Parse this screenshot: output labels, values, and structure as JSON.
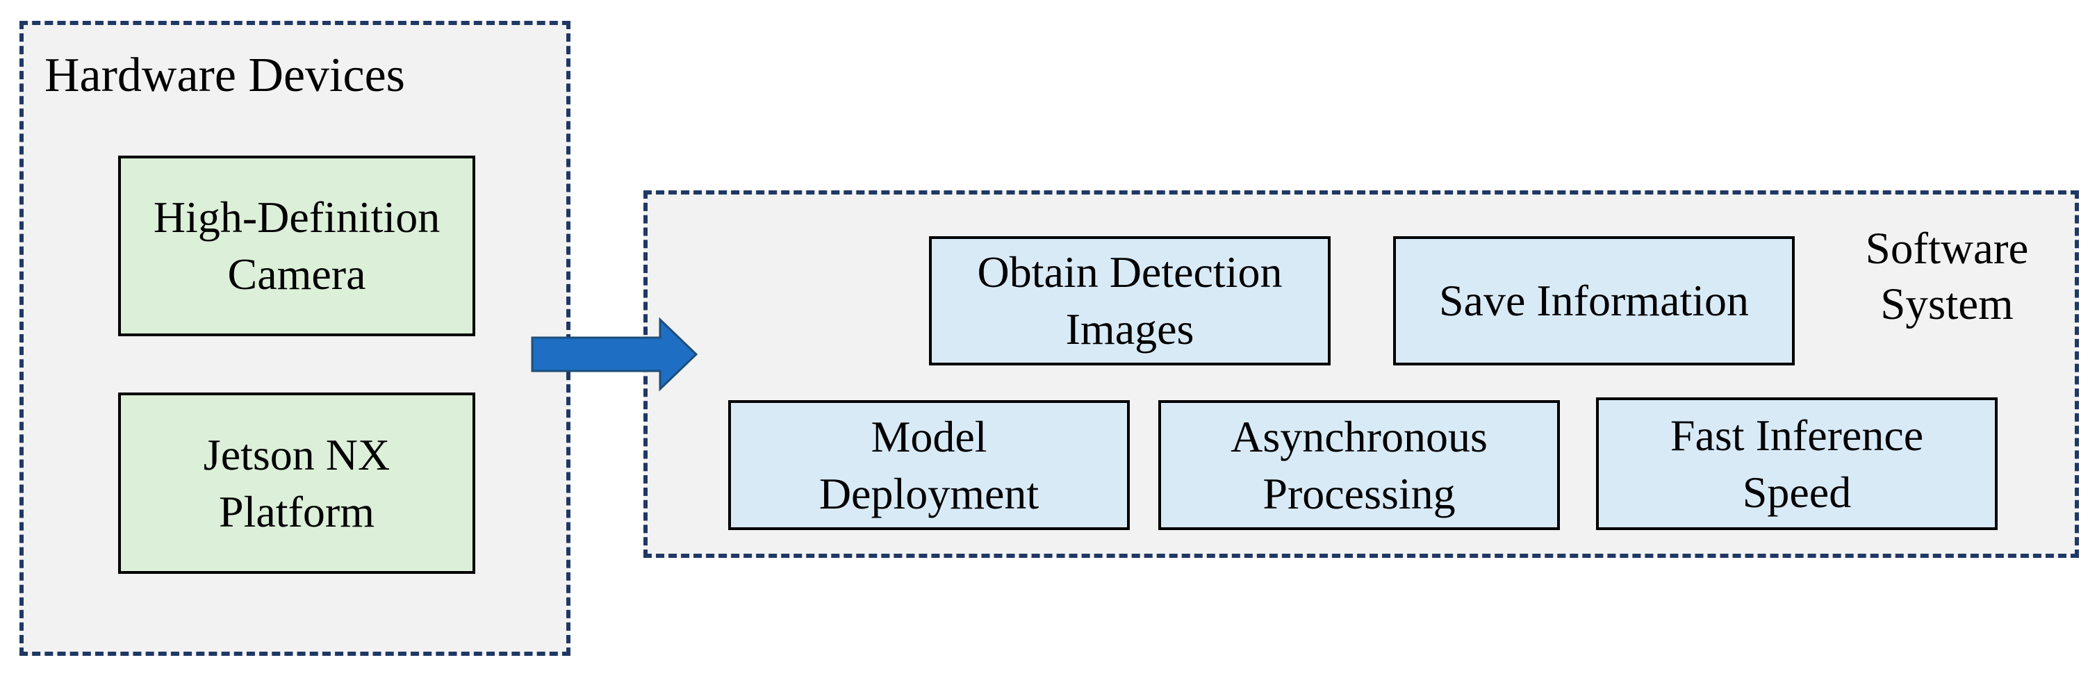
{
  "hardware": {
    "title": "Hardware Devices",
    "boxes": [
      {
        "label": "High-Definition\nCamera"
      },
      {
        "label": "Jetson NX\nPlatform"
      }
    ]
  },
  "software": {
    "title": "Software\nSystem",
    "boxes": [
      {
        "label": "Obtain Detection\nImages"
      },
      {
        "label": "Save Information"
      },
      {
        "label": "Model\nDeployment"
      },
      {
        "label": "Asynchronous\nProcessing"
      },
      {
        "label": "Fast Inference\nSpeed"
      }
    ]
  },
  "colors": {
    "group_fill": "#f2f2f2",
    "group_border": "#1f3864",
    "hardware_box_fill": "#dcefd8",
    "software_box_fill": "#d9eaf7",
    "arrow_fill": "#1e6fc4",
    "arrow_stroke": "#1f4e79"
  }
}
